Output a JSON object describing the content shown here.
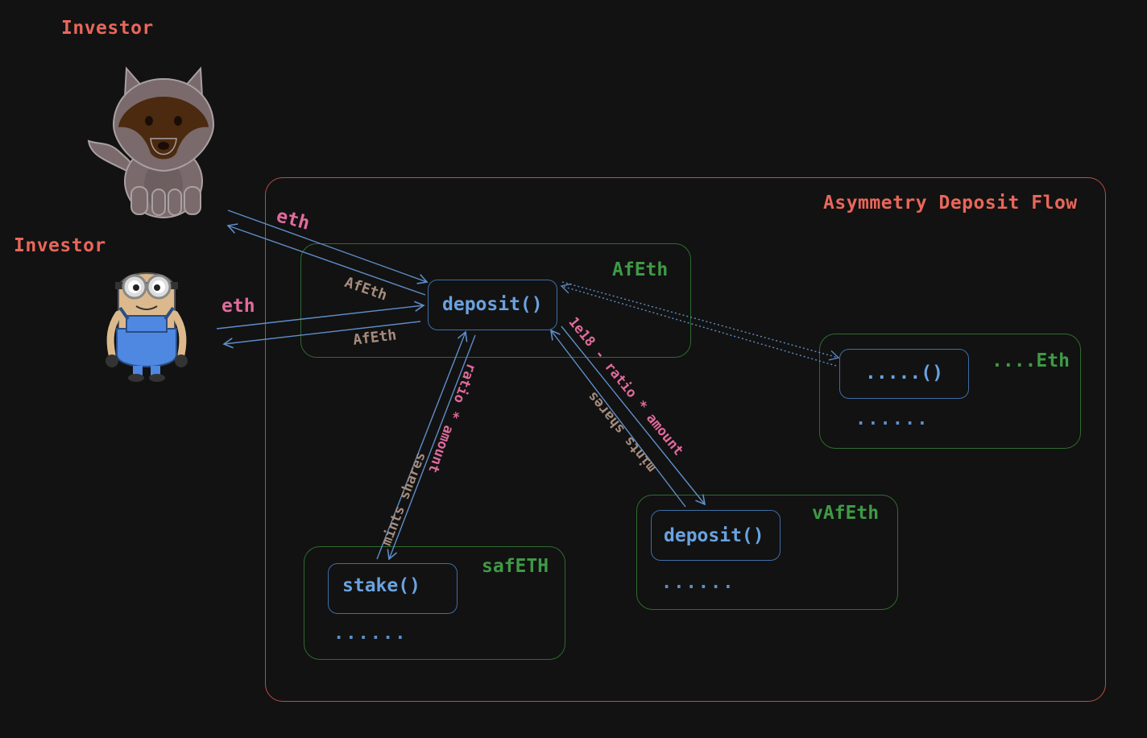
{
  "investors": [
    {
      "label": "Investor",
      "avatar": "wolf-icon"
    },
    {
      "label": "Investor",
      "avatar": "minion-icon"
    }
  ],
  "frame": {
    "title": "Asymmetry Deposit Flow"
  },
  "afeth": {
    "title": "AfEth",
    "method": "deposit()"
  },
  "other": {
    "title": "....Eth",
    "method": ".....()",
    "more": "......"
  },
  "safeth": {
    "title": "safETH",
    "method": "stake()",
    "more": "......"
  },
  "vafeth": {
    "title": "vAfEth",
    "method": "deposit()",
    "more": "......"
  },
  "flows": {
    "eth_top": "eth",
    "afeth_top": "AfEth",
    "eth_bottom": "eth",
    "afeth_bottom": "AfEth",
    "safeth_amount": "ratio * amount",
    "safeth_shares": "mints shares",
    "vafeth_amount": "1e18 - ratio * amount",
    "vafeth_shares": "mints shares"
  },
  "colors": {
    "background": "#121212",
    "frame": "#b4504a",
    "contract_box": "#2f6b30",
    "method_box": "#3e6ea6",
    "arrow": "#5e8ec9"
  }
}
